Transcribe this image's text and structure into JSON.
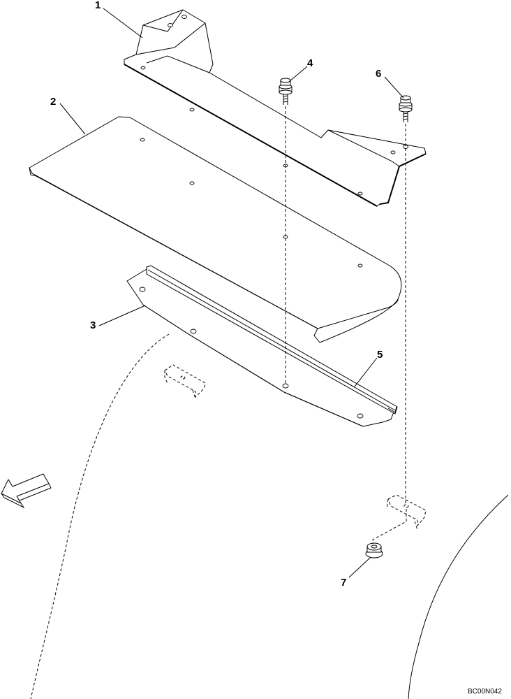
{
  "drawing": {
    "code": "BC00N042",
    "callouts": [
      {
        "id": "callout-1",
        "number": "1"
      },
      {
        "id": "callout-2",
        "number": "2"
      },
      {
        "id": "callout-3",
        "number": "3"
      },
      {
        "id": "callout-4",
        "number": "4"
      },
      {
        "id": "callout-5",
        "number": "5"
      },
      {
        "id": "callout-6",
        "number": "6"
      },
      {
        "id": "callout-7",
        "number": "7"
      }
    ]
  }
}
